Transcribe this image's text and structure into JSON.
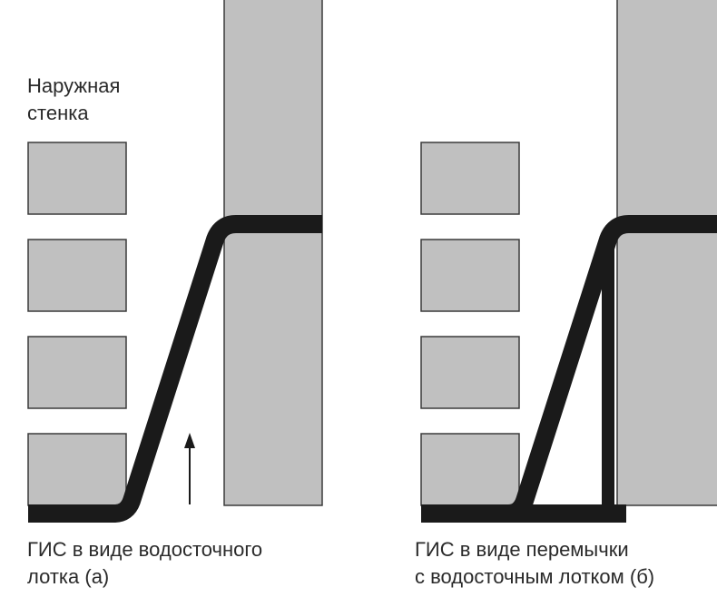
{
  "labels": {
    "outer_wall": [
      "Наружная",
      "стенка"
    ],
    "caption_a": [
      "ГИС в виде водосточного",
      "лотка (а)"
    ],
    "caption_b": [
      "ГИС в виде перемычки",
      "с водосточным лотком (б)"
    ]
  },
  "colors": {
    "block_fill": "#c0c0c0",
    "block_stroke": "#3a3a3a",
    "membrane": "#1a1a1a",
    "text": "#2a2a2a",
    "background": "#ffffff"
  }
}
